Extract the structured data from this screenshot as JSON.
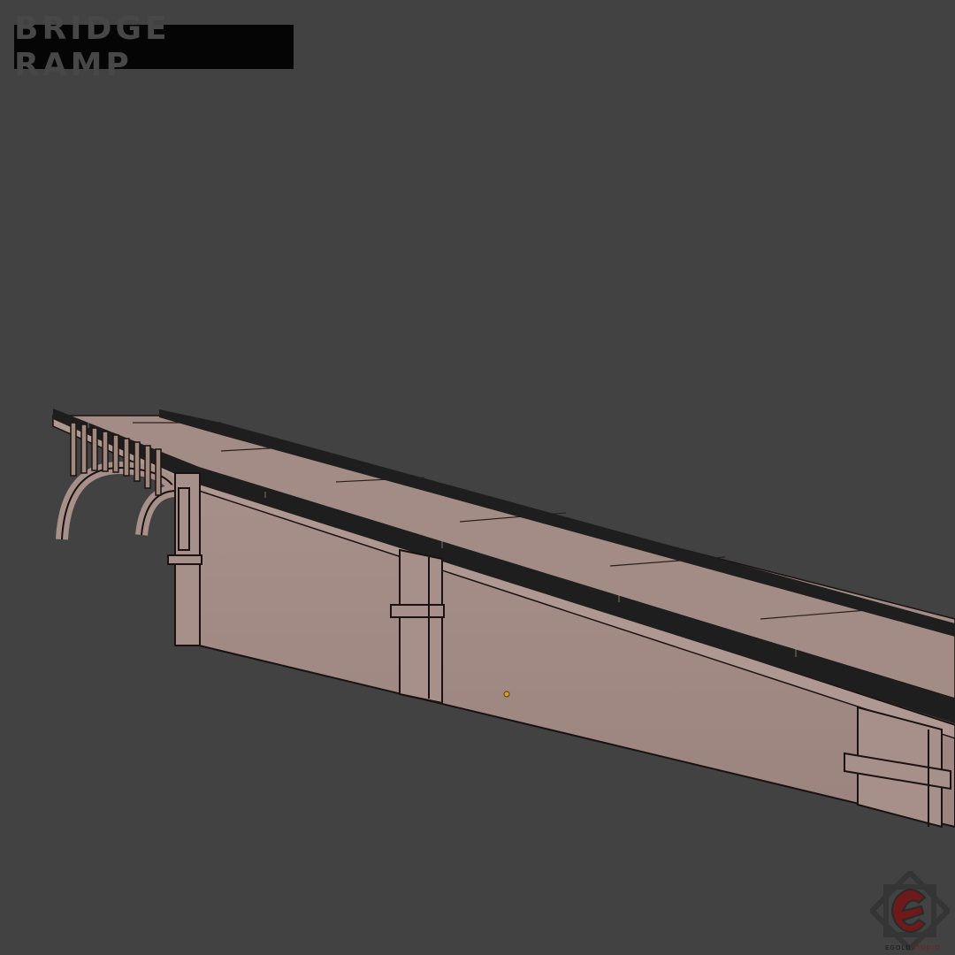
{
  "title": "BRIDGE RAMP",
  "logo": {
    "name_part1": "EGOLD",
    "name_part2": "STUDIO",
    "icon": "studio-logo-icon"
  },
  "colors": {
    "background": "#424242",
    "title_box": "#050505",
    "title_text": "#474747",
    "concrete": "#a8908a",
    "concrete_shade": "#8e7670",
    "railing": "#1e1e1e",
    "logo_red": "#7a1a1a",
    "marker": "#d4a020"
  }
}
